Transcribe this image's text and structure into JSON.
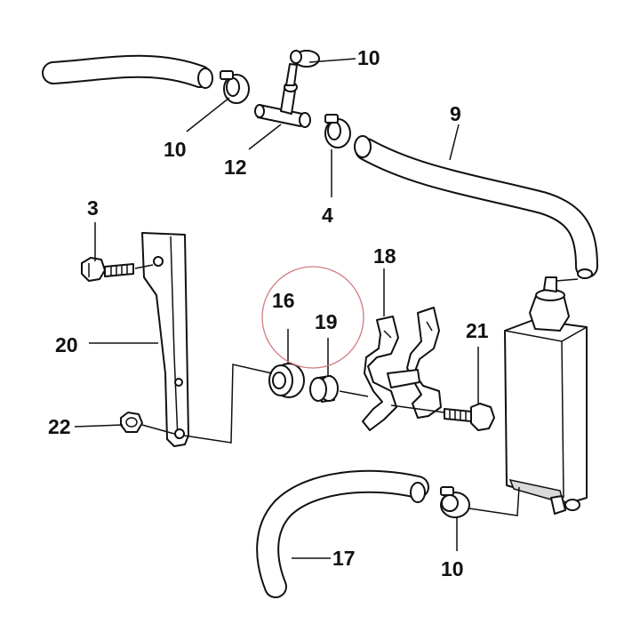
{
  "callouts": {
    "c10_top": "10",
    "c10_left": "10",
    "c12": "12",
    "c9": "9",
    "c4": "4",
    "c3": "3",
    "c18": "18",
    "c16": "16",
    "c19": "19",
    "c21": "21",
    "c20": "20",
    "c22": "22",
    "c17": "17",
    "c10_bottom": "10"
  },
  "colors": {
    "line": "#111111",
    "highlight_circle": "#d07a80",
    "shade": "#d9d9d9"
  }
}
